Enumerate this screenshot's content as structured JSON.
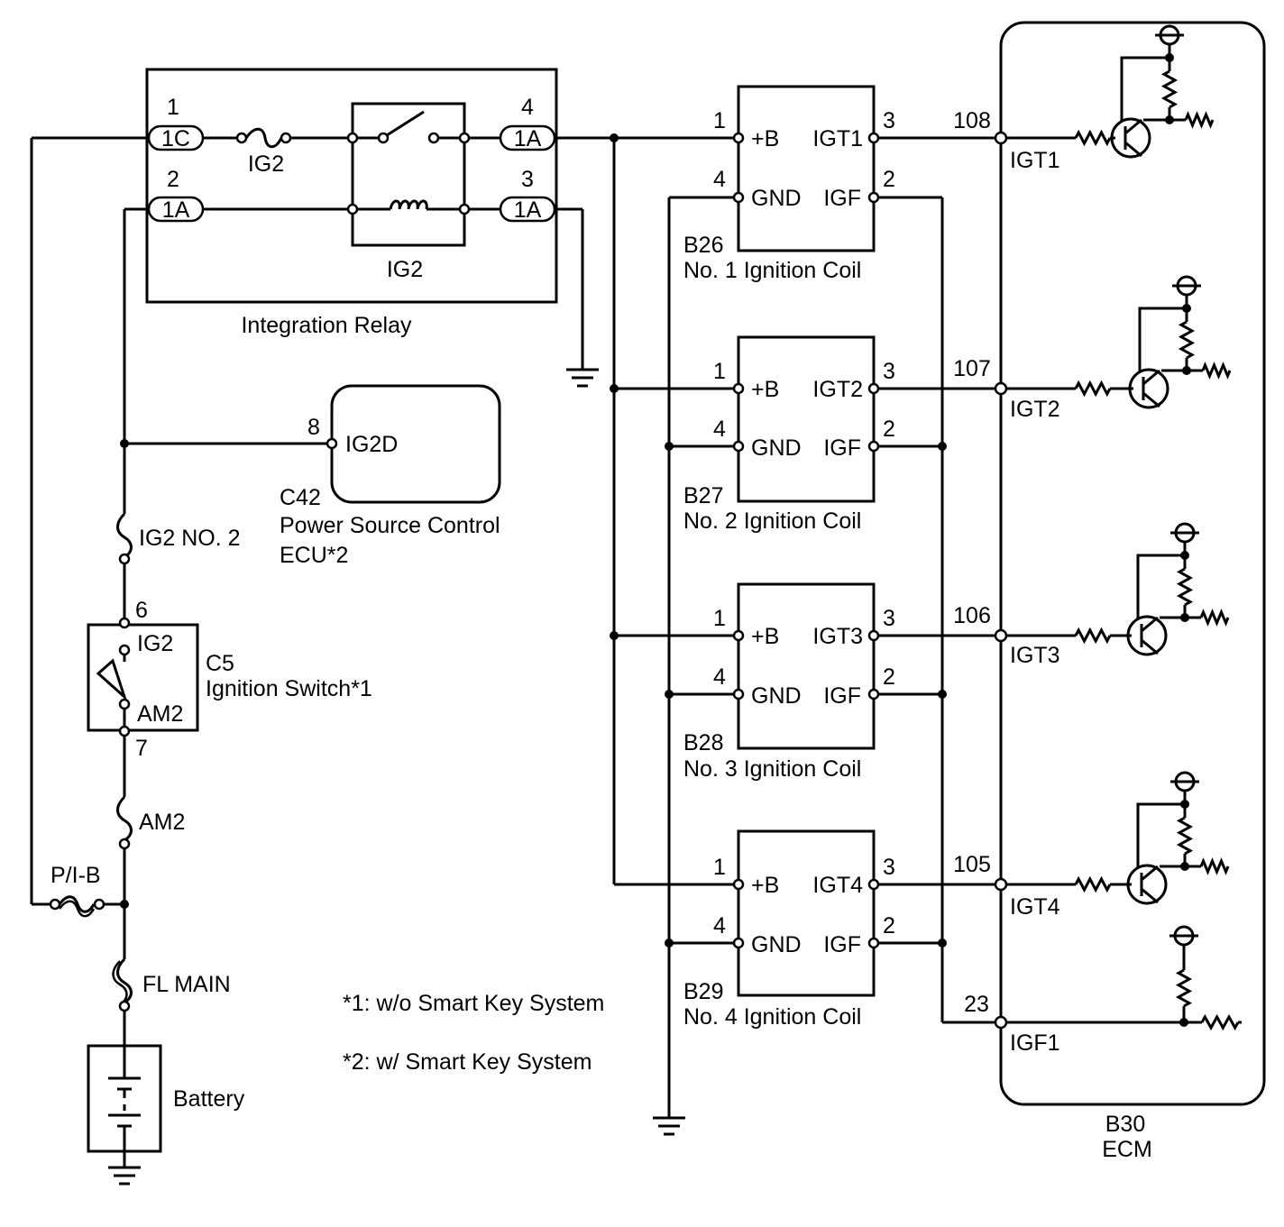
{
  "integration_relay": {
    "name": "Integration Relay",
    "fuse": "IG2",
    "relay": "IG2",
    "connectors": [
      {
        "pin": "1",
        "conn": "1C"
      },
      {
        "pin": "2",
        "conn": "1A"
      },
      {
        "pin": "4",
        "conn": "1A"
      },
      {
        "pin": "3",
        "conn": "1A"
      }
    ]
  },
  "power_ecu": {
    "code": "C42",
    "name": "Power Source Control",
    "name2": "ECU*2",
    "pin": "8",
    "terminal": "IG2D"
  },
  "ignition_switch": {
    "code": "C5",
    "name": "Ignition Switch*1",
    "pin_top": "6",
    "pin_bottom": "7",
    "term_top": "IG2",
    "term_bottom": "AM2"
  },
  "fuses": {
    "ig2_no2": "IG2 NO. 2",
    "am2": "AM2",
    "pib": "P/I-B",
    "fl_main": "FL MAIN"
  },
  "battery": "Battery",
  "notes": [
    "*1: w/o Smart Key System",
    "*2: w/ Smart Key System"
  ],
  "coils": [
    {
      "code": "B26",
      "name": "No. 1 Ignition Coil",
      "igt": "IGT1",
      "ecu_pin": "108",
      "ecu_term": "IGT1"
    },
    {
      "code": "B27",
      "name": "No. 2 Ignition Coil",
      "igt": "IGT2",
      "ecu_pin": "107",
      "ecu_term": "IGT2"
    },
    {
      "code": "B28",
      "name": "No. 3 Ignition Coil",
      "igt": "IGT3",
      "ecu_pin": "106",
      "ecu_term": "IGT3"
    },
    {
      "code": "B29",
      "name": "No. 4 Ignition Coil",
      "igt": "IGT4",
      "ecu_pin": "105",
      "ecu_term": "IGT4"
    }
  ],
  "coil_pins": {
    "b_pin": "1",
    "b_term": "+B",
    "igt_pin": "3",
    "gnd_pin": "4",
    "gnd_term": "GND",
    "igf_pin": "2",
    "igf_term": "IGF"
  },
  "ecm": {
    "code": "B30",
    "name": "ECM",
    "igf_pin": "23",
    "igf_term": "IGF1"
  }
}
